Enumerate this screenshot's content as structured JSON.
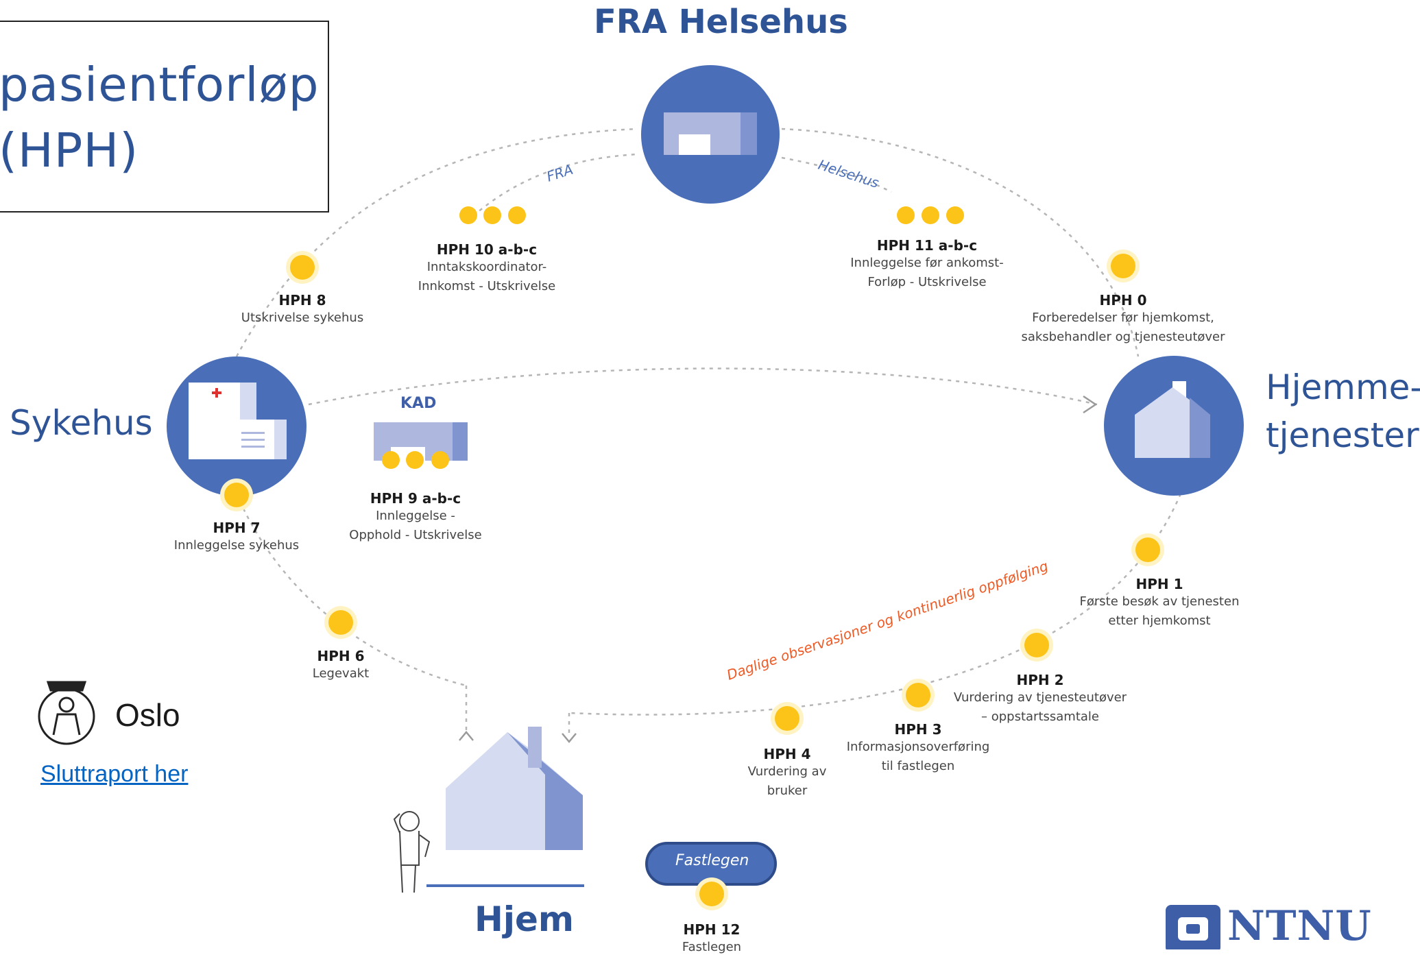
{
  "title_lines": [
    "pasientforløp",
    "(HPH)"
  ],
  "top_title": "FRA Helsehus",
  "side_labels": {
    "sykehus": "Sykehus",
    "hjemme_line1": "Hjemme-",
    "hjemme_line2": "tjenester",
    "hjem": "Hjem"
  },
  "arc_labels": {
    "fra": "FRA",
    "helsehus": "Helsehus",
    "daily": "Daglige observasjoner og kontinuerlig oppfølging"
  },
  "kad_label": "KAD",
  "fastlegen_badge": "Fastlegen",
  "steps": {
    "hph0": {
      "code": "HPH 0",
      "desc": [
        "Forberedelser før hjemkomst,",
        "saksbehandler og tjenesteutøver"
      ]
    },
    "hph1": {
      "code": "HPH 1",
      "desc": [
        "Første besøk av tjenesten",
        "etter hjemkomst"
      ]
    },
    "hph2": {
      "code": "HPH 2",
      "desc": [
        "Vurdering av tjenesteutøver",
        "– oppstartssamtale"
      ]
    },
    "hph3": {
      "code": "HPH 3",
      "desc": [
        "Informasjonsoverføring",
        "til fastlegen"
      ]
    },
    "hph4": {
      "code": "HPH 4",
      "desc": [
        "Vurdering av",
        "bruker"
      ]
    },
    "hph6": {
      "code": "HPH 6",
      "desc": [
        "Legevakt"
      ]
    },
    "hph7": {
      "code": "HPH 7",
      "desc": [
        "Innleggelse sykehus"
      ]
    },
    "hph8": {
      "code": "HPH 8",
      "desc": [
        "Utskrivelse sykehus"
      ]
    },
    "hph9": {
      "code": "HPH 9 a-b-c",
      "desc": [
        "Innleggelse -",
        "Opphold - Utskrivelse"
      ]
    },
    "hph10": {
      "code": "HPH 10 a-b-c",
      "desc": [
        "Inntakskoordinator-",
        "Innkomst - Utskrivelse"
      ]
    },
    "hph11": {
      "code": "HPH 11 a-b-c",
      "desc": [
        "Innleggelse før ankomst-",
        "Forløp - Utskrivelse"
      ]
    },
    "hph12": {
      "code": "HPH 12",
      "desc": [
        "Fastlegen"
      ]
    }
  },
  "logos": {
    "oslo": "Oslo",
    "ntnu": "NTNU"
  },
  "link_text": "Sluttraport her",
  "colors": {
    "primary_blue": "#4a6fb8",
    "light_blue": "#aeb8df",
    "pale_blue": "#d5dbf0",
    "marker_yellow": "#fcc419",
    "orange": "#ef5a24",
    "title_blue": "#2f5496"
  }
}
